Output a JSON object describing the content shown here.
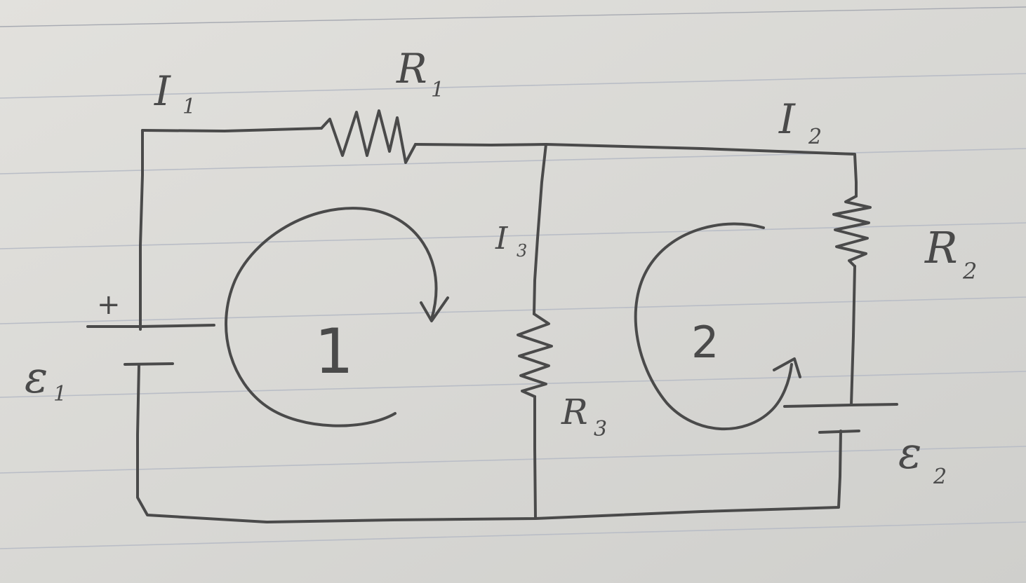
{
  "labels": {
    "current_1": "I",
    "current_1_sub": "1",
    "resistor_1": "R",
    "resistor_1_sub": "1",
    "current_2": "I",
    "current_2_sub": "2",
    "current_3": "I",
    "current_3_sub": "3",
    "resistor_2": "R",
    "resistor_2_sub": "2",
    "resistor_3": "R",
    "resistor_3_sub": "3",
    "emf_1": "ε",
    "emf_1_sub": "1",
    "emf_2": "ε",
    "emf_2_sub": "2",
    "plus_sign": "+",
    "loop_1": "1",
    "loop_2": "2"
  },
  "colors": {
    "paper": "#d9d8d5",
    "ink": "#4a4a4a",
    "rule_lines": "#b9bdc6"
  }
}
